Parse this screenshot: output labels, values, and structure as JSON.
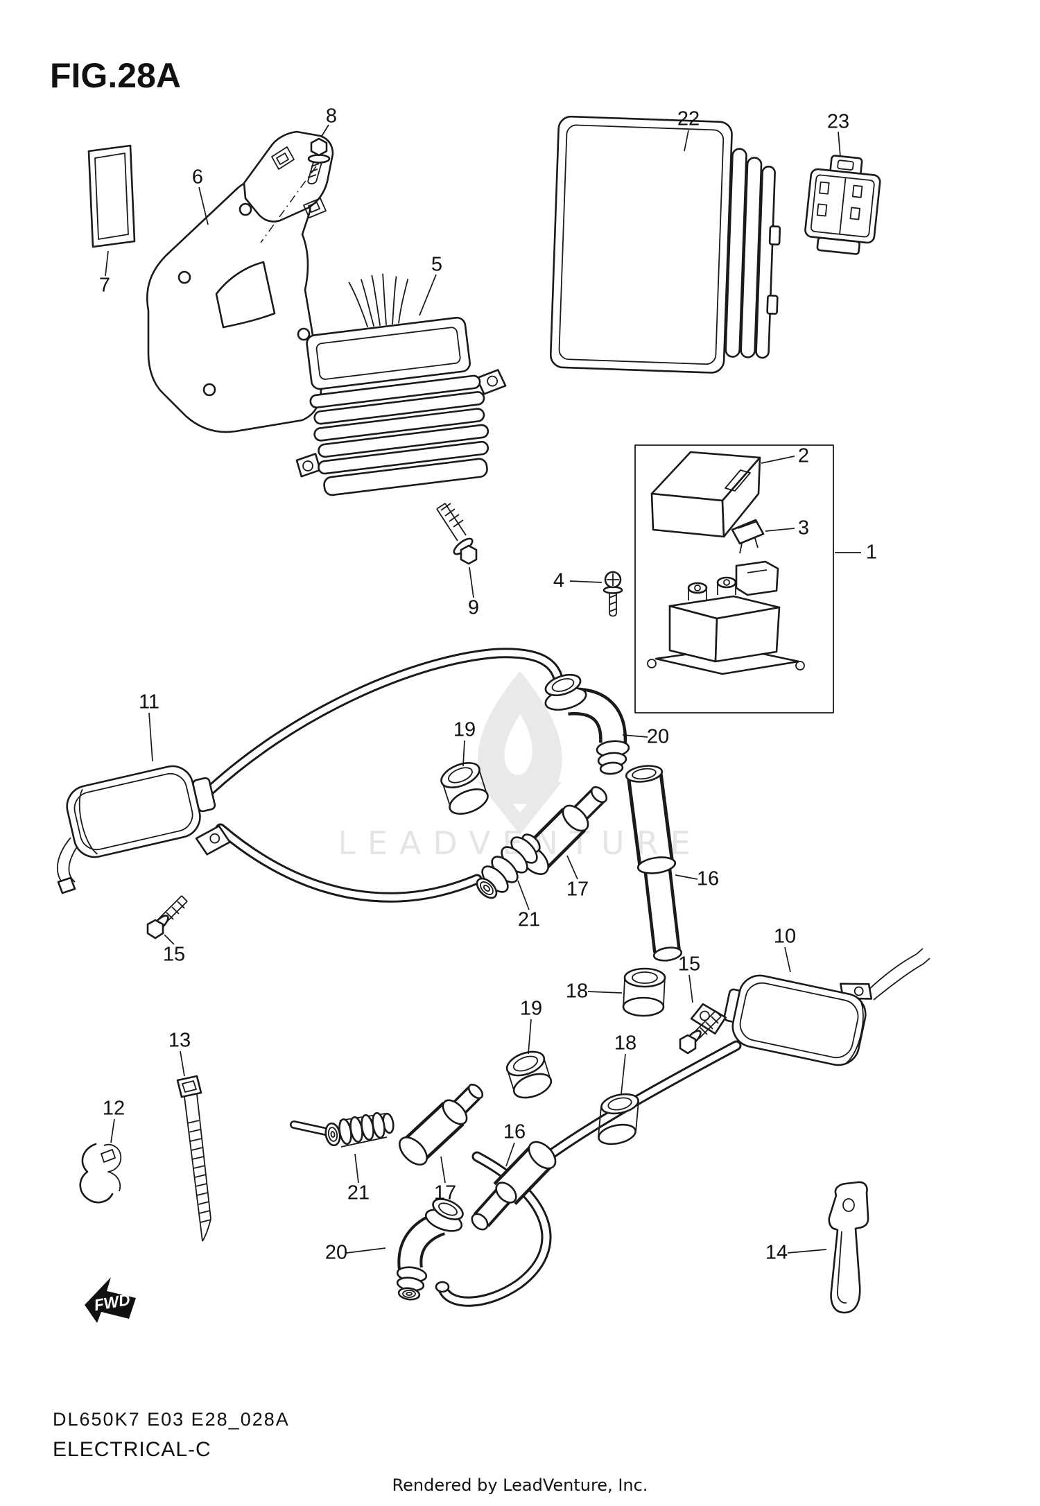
{
  "page": {
    "title": "FIG.28A",
    "watermark": "LEADVENTURE",
    "fwd_label": "FWD",
    "footer_code": "DL650K7 E03 E28_028A",
    "footer_name": "ELECTRICAL-C",
    "footer_credit": "Rendered by LeadVenture, Inc."
  },
  "colors": {
    "line": "#1a1a1a",
    "background": "#ffffff",
    "watermark": "#d2d2d2"
  },
  "callouts": [
    {
      "label": "8"
    },
    {
      "label": "6"
    },
    {
      "label": "7"
    },
    {
      "label": "5"
    },
    {
      "label": "22"
    },
    {
      "label": "23"
    },
    {
      "label": "2"
    },
    {
      "label": "3"
    },
    {
      "label": "1"
    },
    {
      "label": "4"
    },
    {
      "label": "9"
    },
    {
      "label": "11"
    },
    {
      "label": "19"
    },
    {
      "label": "20"
    },
    {
      "label": "17"
    },
    {
      "label": "21"
    },
    {
      "label": "16"
    },
    {
      "label": "15"
    },
    {
      "label": "18"
    },
    {
      "label": "15"
    },
    {
      "label": "10"
    },
    {
      "label": "13"
    },
    {
      "label": "12"
    },
    {
      "label": "19"
    },
    {
      "label": "18"
    },
    {
      "label": "21"
    },
    {
      "label": "17"
    },
    {
      "label": "16"
    },
    {
      "label": "20"
    },
    {
      "label": "14"
    }
  ]
}
